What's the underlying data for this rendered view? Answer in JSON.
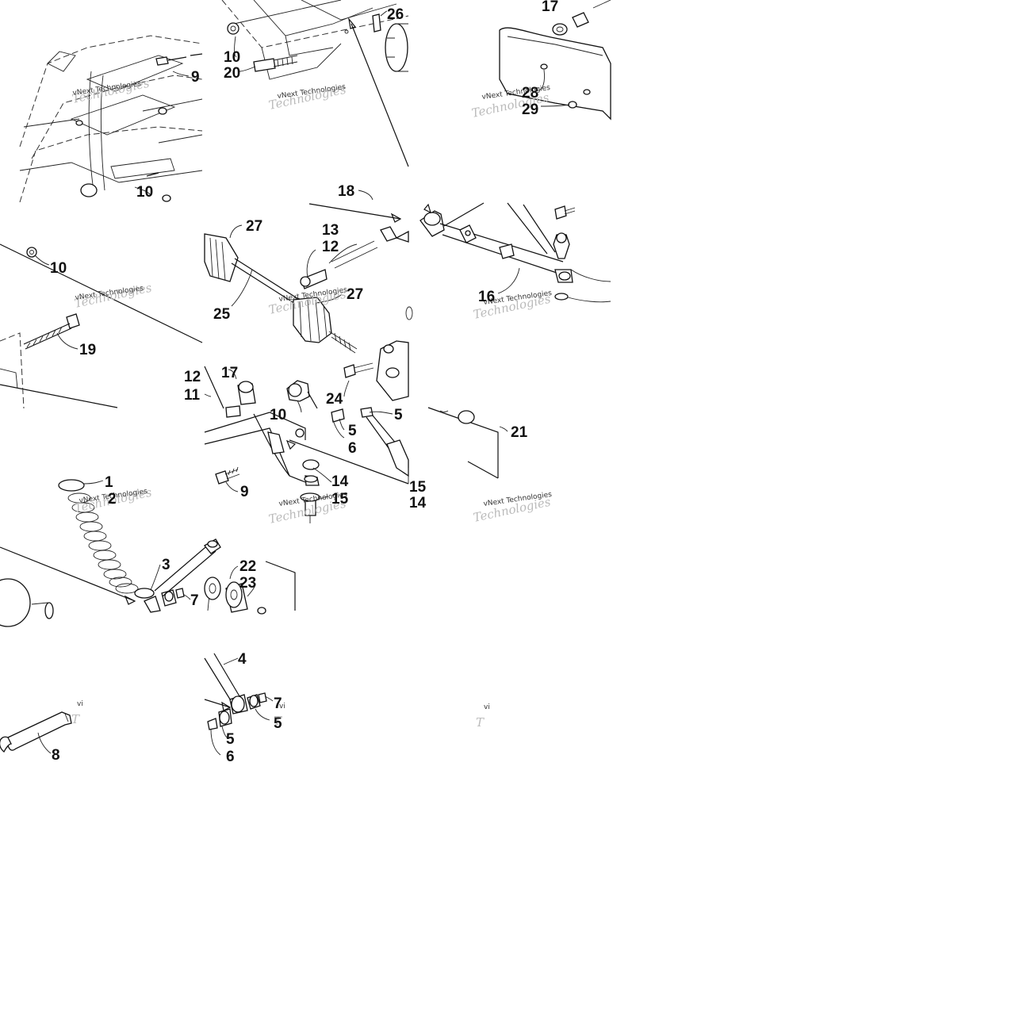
{
  "diagram": {
    "watermark": "vNext Technologies",
    "watermark_short": "vi",
    "callouts": [
      {
        "id": "c-9-a",
        "text": "9"
      },
      {
        "id": "c-10-a",
        "text": "10"
      },
      {
        "id": "c-10-b",
        "text": "10"
      },
      {
        "id": "c-20",
        "text": "20"
      },
      {
        "id": "c-26",
        "text": "26"
      },
      {
        "id": "c-17-a",
        "text": "17"
      },
      {
        "id": "c-28",
        "text": "28"
      },
      {
        "id": "c-29",
        "text": "29"
      },
      {
        "id": "c-18",
        "text": "18"
      },
      {
        "id": "c-10-c",
        "text": "10"
      },
      {
        "id": "c-27-a",
        "text": "27"
      },
      {
        "id": "c-13",
        "text": "13"
      },
      {
        "id": "c-12-a",
        "text": "12"
      },
      {
        "id": "c-27-b",
        "text": "27"
      },
      {
        "id": "c-25",
        "text": "25"
      },
      {
        "id": "c-16",
        "text": "16"
      },
      {
        "id": "c-19",
        "text": "19"
      },
      {
        "id": "c-12-b",
        "text": "12"
      },
      {
        "id": "c-11",
        "text": "11"
      },
      {
        "id": "c-17-b",
        "text": "17"
      },
      {
        "id": "c-10-d",
        "text": "10"
      },
      {
        "id": "c-24",
        "text": "24"
      },
      {
        "id": "c-5-a",
        "text": "5"
      },
      {
        "id": "c-5-b",
        "text": "5"
      },
      {
        "id": "c-6-a",
        "text": "6"
      },
      {
        "id": "c-21",
        "text": "21"
      },
      {
        "id": "c-14-a",
        "text": "14"
      },
      {
        "id": "c-9-b",
        "text": "9"
      },
      {
        "id": "c-15-a",
        "text": "15"
      },
      {
        "id": "c-15-b",
        "text": "15"
      },
      {
        "id": "c-14-b",
        "text": "14"
      },
      {
        "id": "c-1",
        "text": "1"
      },
      {
        "id": "c-2",
        "text": "2"
      },
      {
        "id": "c-3",
        "text": "3"
      },
      {
        "id": "c-7-a",
        "text": "7"
      },
      {
        "id": "c-22",
        "text": "22"
      },
      {
        "id": "c-23",
        "text": "23"
      },
      {
        "id": "c-4",
        "text": "4"
      },
      {
        "id": "c-7-b",
        "text": "7"
      },
      {
        "id": "c-5-c",
        "text": "5"
      },
      {
        "id": "c-5-d",
        "text": "5"
      },
      {
        "id": "c-6-b",
        "text": "6"
      },
      {
        "id": "c-8",
        "text": "8"
      }
    ]
  }
}
